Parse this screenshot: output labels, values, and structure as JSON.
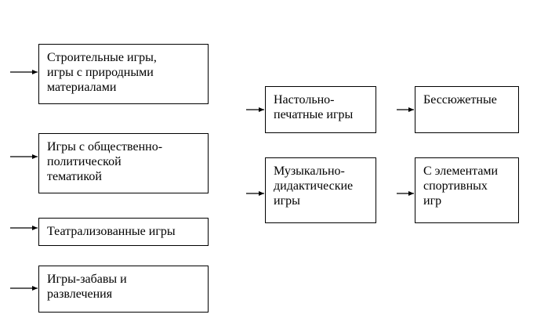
{
  "diagram": {
    "left_column": [
      {
        "text": "Строительные игры,\nигры с природными\nматериалами"
      },
      {
        "text": "Игры с общественно-\nполитической\nтематикой"
      },
      {
        "text": "Театрализованные игры"
      },
      {
        "text": "Игры-забавы и\nразвлечения"
      }
    ],
    "middle_column": [
      {
        "text": "Настольно-\nпечатные игры"
      },
      {
        "text": "Музыкально-\nдидактические\nигры"
      }
    ],
    "right_column": [
      {
        "text": "Бессюжетные"
      },
      {
        "text": "С элементами\nспортивных\nигр"
      }
    ]
  },
  "style": {
    "line_color": "#000000",
    "background": "#ffffff"
  }
}
